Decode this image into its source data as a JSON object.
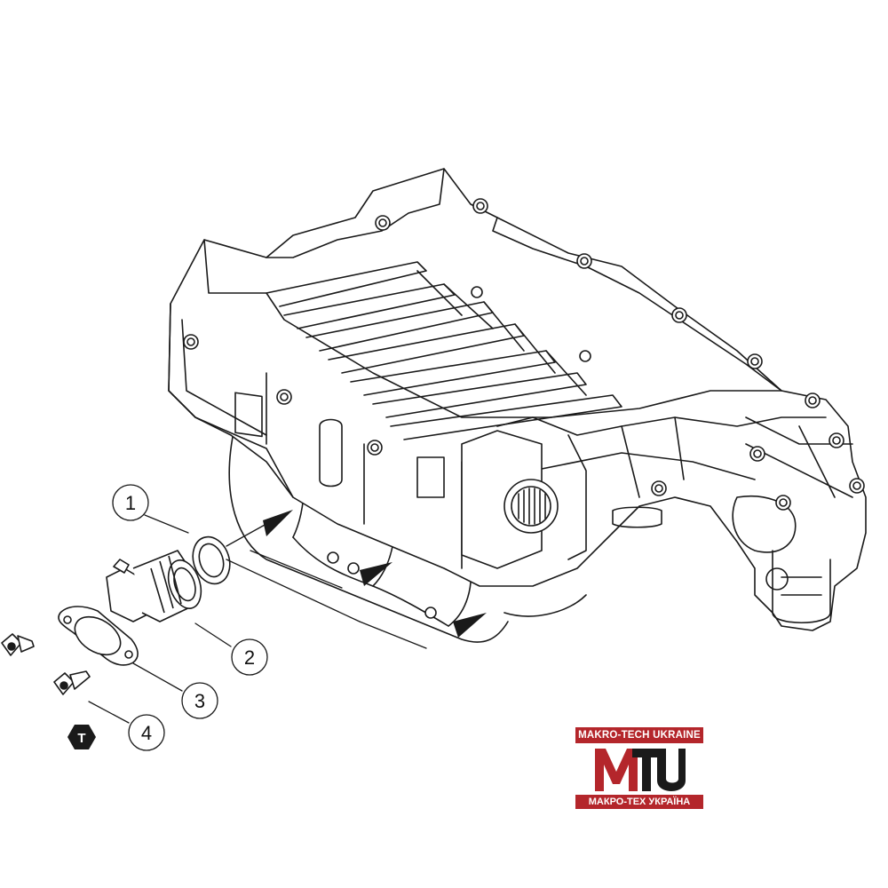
{
  "callouts": [
    {
      "label": "1"
    },
    {
      "label": "2"
    },
    {
      "label": "3"
    },
    {
      "label": "4"
    }
  ],
  "torque_symbol": {
    "label": "T"
  },
  "logo": {
    "top_text": "MAKRO-TECH UKRAINE",
    "mark_text": "MTU",
    "bottom_text": "МАКРО-ТЕХ УКРАЇНА",
    "colors": {
      "red": "#b4262b",
      "black": "#1a1a1a"
    }
  }
}
